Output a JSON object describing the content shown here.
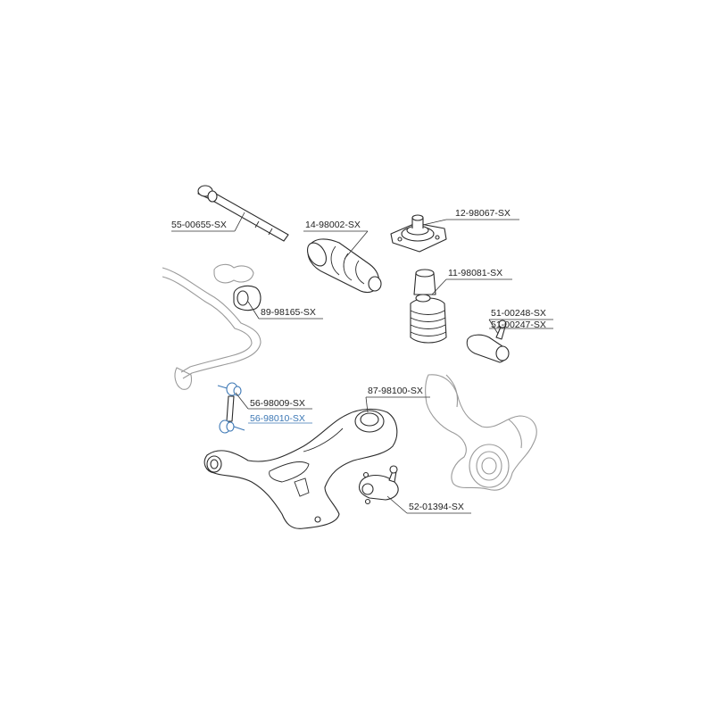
{
  "accent_color": "#3d78b5",
  "parts": {
    "tie_rod": "55-00655-SX",
    "steering_boot": "14-98002-SX",
    "strut_mount": "12-98067-SX",
    "bump_stop_boot": "11-98081-SX",
    "stabilizer_bushing": "89-98165-SX",
    "tie_rod_end_left": "51-00248-SX",
    "tie_rod_end_right": "51-00247-SX",
    "stabilizer_link_left": "56-98009-SX",
    "stabilizer_link_right": "56-98010-SX",
    "control_arm_bushing": "87-98100-SX",
    "ball_joint": "52-01394-SX"
  }
}
